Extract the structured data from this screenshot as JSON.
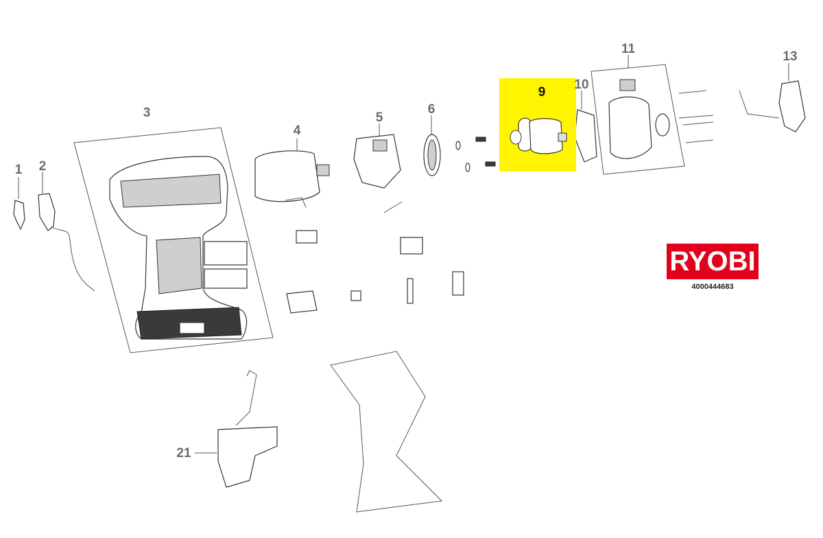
{
  "callouts": [
    {
      "id": "1",
      "label": "1"
    },
    {
      "id": "2",
      "label": "2"
    },
    {
      "id": "3",
      "label": "3"
    },
    {
      "id": "4",
      "label": "4"
    },
    {
      "id": "5",
      "label": "5"
    },
    {
      "id": "6",
      "label": "6"
    },
    {
      "id": "9",
      "label": "9"
    },
    {
      "id": "10",
      "label": "10"
    },
    {
      "id": "11",
      "label": "11"
    },
    {
      "id": "13",
      "label": "13"
    },
    {
      "id": "21",
      "label": "21"
    }
  ],
  "highlighted_part": "9",
  "highlight_color": "#fff500",
  "logo": {
    "text": "RYOBI",
    "color": "#e2001a"
  },
  "part_number": "4000444683"
}
